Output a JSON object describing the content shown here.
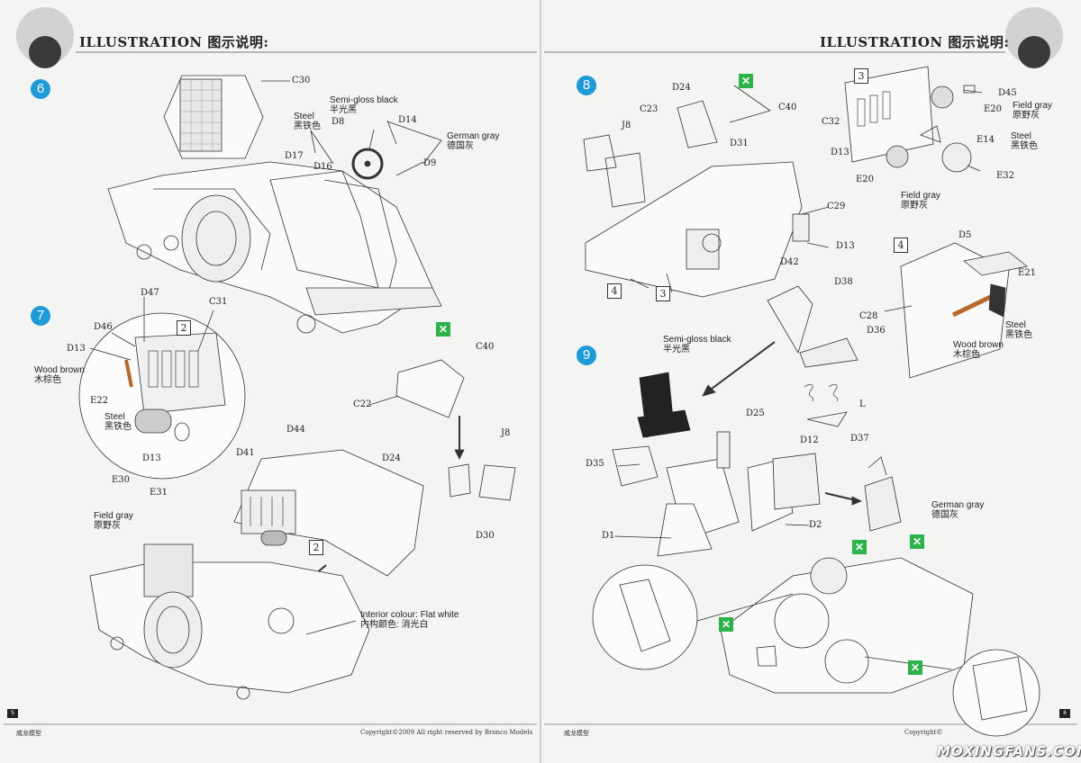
{
  "headers": {
    "left": "ILLUSTRATION 图示说明:",
    "right": "ILLUSTRATION 图示说明:"
  },
  "steps": {
    "s6": "6",
    "s7": "7",
    "s8": "8",
    "s9": "9"
  },
  "boxes": {
    "b2a": "2",
    "b2b": "2",
    "b4a": "4",
    "b3a": "3",
    "b3b": "3",
    "b4b": "4"
  },
  "parts": {
    "C30": "C30",
    "D8": "D8",
    "D14": "D14",
    "D9": "D9",
    "D17": "D17",
    "D16": "D16",
    "D47": "D47",
    "D46": "D46",
    "D13a": "D13",
    "C31": "C31",
    "E22": "E22",
    "D13b": "D13",
    "E30": "E30",
    "E31": "E31",
    "C40a": "C40",
    "C22": "C22",
    "D44": "D44",
    "D41": "D41",
    "D24a": "D24",
    "J8a": "J8",
    "D30": "D30",
    "D24b": "D24",
    "C23": "C23",
    "J8b": "J8",
    "C40b": "C40",
    "D31": "D31",
    "C29": "C29",
    "D13c": "D13",
    "D42": "D42",
    "D45": "D45",
    "E20a": "E20",
    "C32": "C32",
    "D13d": "D13",
    "E14": "E14",
    "E20b": "E20",
    "E32": "E32",
    "D5": "D5",
    "E21": "E21",
    "C28": "C28",
    "D38": "D38",
    "D36": "D36",
    "L": "L",
    "D25": "D25",
    "D37": "D37",
    "D12": "D12",
    "D35": "D35",
    "D1": "D1",
    "D2": "D2"
  },
  "colors_text": {
    "semigloss_a": "Semi-gloss black",
    "semigloss_a_cn": "半光黑",
    "steel_a": "Steel",
    "steel_a_cn": "黑铁色",
    "gg_a": "German gray",
    "gg_a_cn": "德国灰",
    "wood_a": "Wood brown",
    "wood_a_cn": "木棕色",
    "steel_b": "Steel",
    "steel_b_cn": "黑铁色",
    "fg_a": "Field gray",
    "fg_a_cn": "原野灰",
    "interior": "Interior colour: Flat white",
    "interior_cn": "内构颜色: 消光白",
    "fg_b": "Field gray",
    "fg_b_cn": "原野灰",
    "steel_c": "Steel",
    "steel_c_cn": "黑铁色",
    "fg_c": "Field gray",
    "fg_c_cn": "原野灰",
    "steel_d": "Steel",
    "steel_d_cn": "黑铁色",
    "wood_b": "Wood brown",
    "wood_b_cn": "木棕色",
    "semigloss_b": "Semi-gloss black",
    "semigloss_b_cn": "半光黑",
    "gg_b": "German gray",
    "gg_b_cn": "德国灰"
  },
  "footer": {
    "left_page_num": "5",
    "right_page_num": "6",
    "brand_left": "威龙模型",
    "brand_right": "威龙模型",
    "copyright": "Copyright©2009  All right reserved by Bronco Models",
    "copyright_right": "Copyright©",
    "watermark": "MOXINGFANS.COM"
  },
  "accent_colors": {
    "step_blue": "#1d9bd8",
    "glue_green": "#2bb34a",
    "wood": "#b86a2a"
  }
}
